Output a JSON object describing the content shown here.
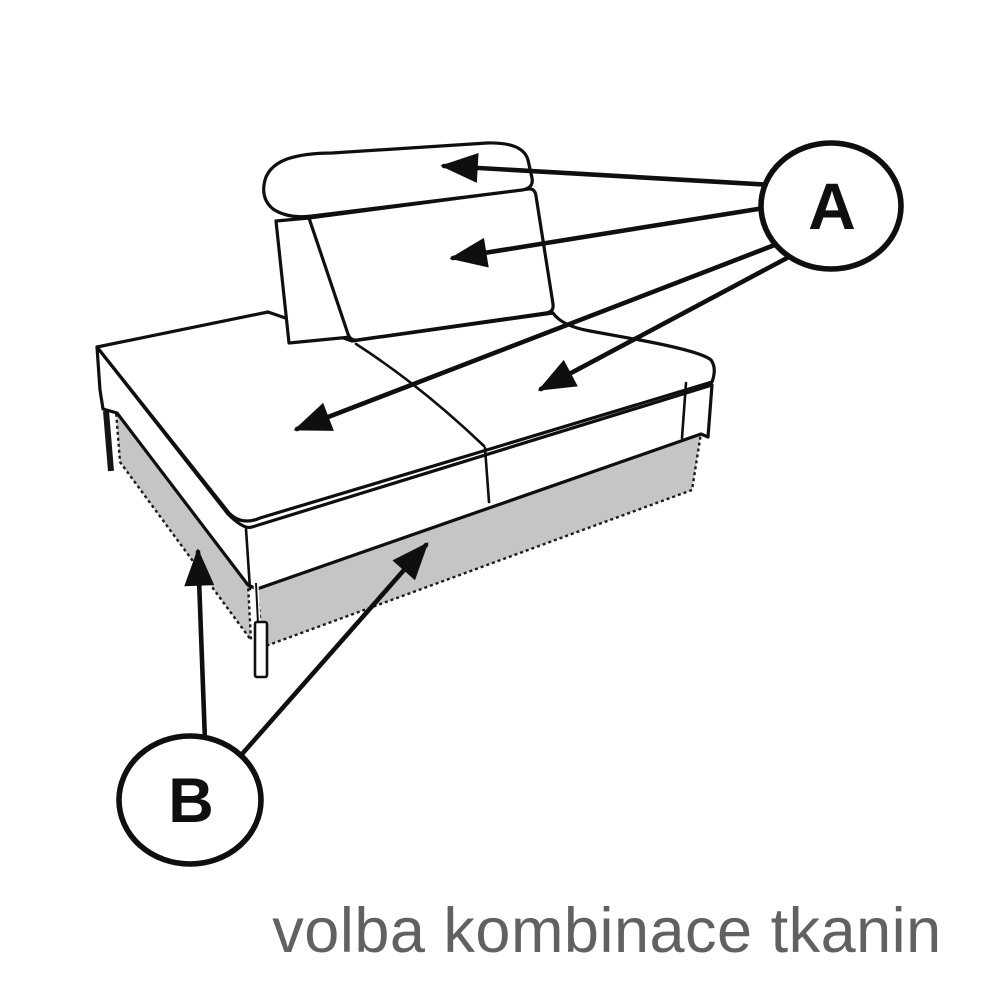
{
  "diagram": {
    "caption": "volba kombinace tkanin",
    "labels": {
      "a": "A",
      "b": "B"
    },
    "colors": {
      "line": "#0f0f0f",
      "base_fill": "#c5c5c5",
      "caption_text": "#616161",
      "background": "#ffffff"
    }
  }
}
